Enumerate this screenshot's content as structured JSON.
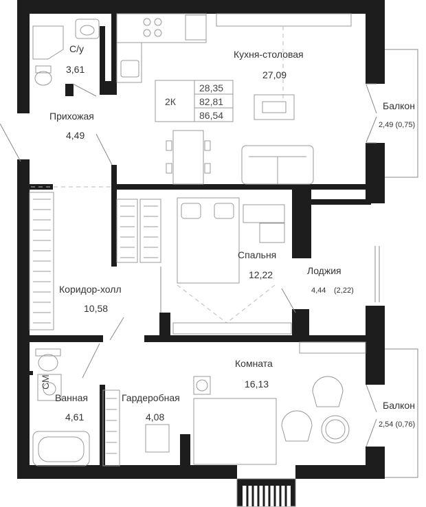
{
  "apartment": {
    "type": "2К",
    "areas": [
      "28,35",
      "82,81",
      "86,54"
    ]
  },
  "rooms": {
    "bathroom_small": {
      "name": "С/у",
      "area": "3,61"
    },
    "kitchen": {
      "name": "Кухня-столовая",
      "area": "27,09"
    },
    "hallway": {
      "name": "Прихожая",
      "area": "4,49"
    },
    "balcony_top": {
      "name": "Балкон",
      "area": "2,49 (0,75)"
    },
    "bedroom": {
      "name": "Спальня",
      "area": "12,22"
    },
    "loggia": {
      "name": "Лоджия",
      "area": "4,44",
      "area_extra": "(2,22)"
    },
    "corridor": {
      "name": "Коридор-холл",
      "area": "10,58"
    },
    "room": {
      "name": "Комната",
      "area": "16,13"
    },
    "bathroom": {
      "name": "Ванная",
      "area": "4,61"
    },
    "wardrobe": {
      "name": "Гардеробная",
      "area": "4,08"
    },
    "balcony_bottom": {
      "name": "Балкон",
      "area": "2,54 (0,76)"
    }
  },
  "appliance": {
    "washer_label": "СМ"
  },
  "colors": {
    "wall": "#1d1d1d",
    "line": "#888888",
    "text": "#333333"
  }
}
